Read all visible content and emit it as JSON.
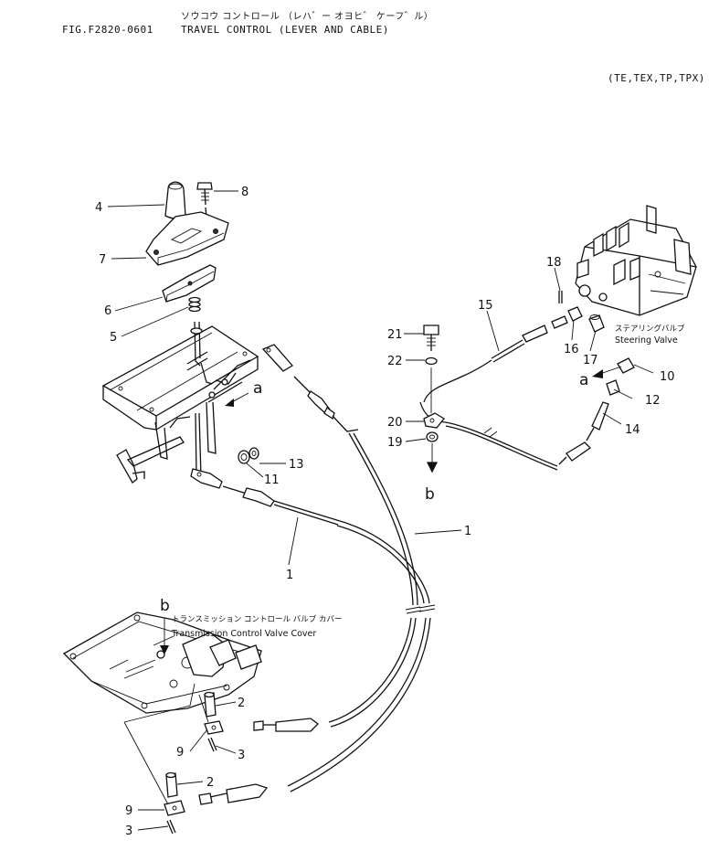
{
  "header": {
    "japanese_title": "ソウコウ コントロール （レハ゛ー オヨヒ゛ ケーフ゛ル）",
    "figure_code": "FIG.F2820-0601",
    "title": "TRAVEL CONTROL (LEVER AND CABLE)",
    "models": "(TE,TEX,TP,TPX)"
  },
  "notes": {
    "steering_valve_jp": "ステアリングバルブ",
    "steering_valve_en": "Steering Valve",
    "trans_cover_jp": "トランスミッション コントロール バルブ カバー",
    "trans_cover_en": "Transmission Control Valve Cover"
  },
  "refs": {
    "a1": "a",
    "a2": "a",
    "b1": "b",
    "b2": "b"
  },
  "callouts": {
    "c1": "1",
    "c1b": "1",
    "c2": "2",
    "c2b": "2",
    "c3": "3",
    "c3b": "3",
    "c4": "4",
    "c5": "5",
    "c6": "6",
    "c7": "7",
    "c8": "8",
    "c9": "9",
    "c9b": "9",
    "c10": "10",
    "c11": "11",
    "c12": "12",
    "c13": "13",
    "c14": "14",
    "c15": "15",
    "c16": "16",
    "c17": "17",
    "c18": "18",
    "c19": "19",
    "c20": "20",
    "c21": "21",
    "c22": "22"
  }
}
